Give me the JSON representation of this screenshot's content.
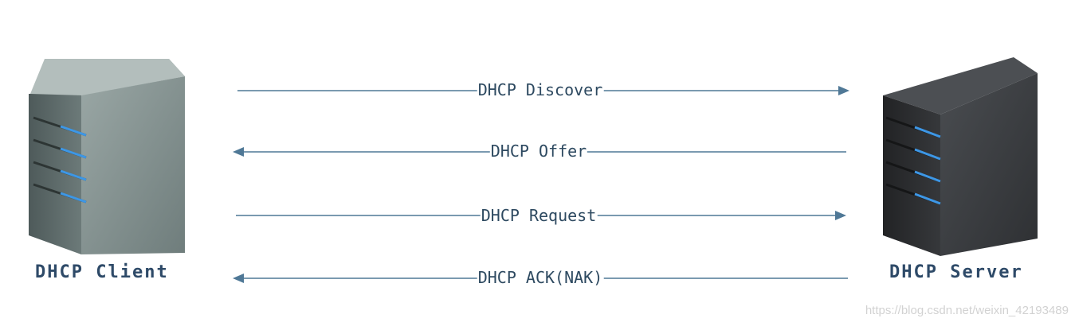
{
  "client": {
    "label": "DHCP Client",
    "icon": "server-tower-gray-icon"
  },
  "server": {
    "label": "DHCP Server",
    "icon": "server-tower-dark-icon"
  },
  "messages": [
    {
      "label": "DHCP Discover",
      "direction": "client-to-server"
    },
    {
      "label": "DHCP Offer",
      "direction": "server-to-client"
    },
    {
      "label": "DHCP Request",
      "direction": "client-to-server"
    },
    {
      "label": "DHCP ACK(NAK)",
      "direction": "server-to-client"
    }
  ],
  "watermark": "https://blog.csdn.net/weixin_42193489",
  "colors": {
    "arrow": "#4f7896",
    "label": "#2e4a68",
    "client_front": "#7f8e8c",
    "client_side": "#5e6c6b",
    "server_front": "#3b3d40",
    "server_side": "#2a2c2e",
    "led": "#3d97e6"
  }
}
